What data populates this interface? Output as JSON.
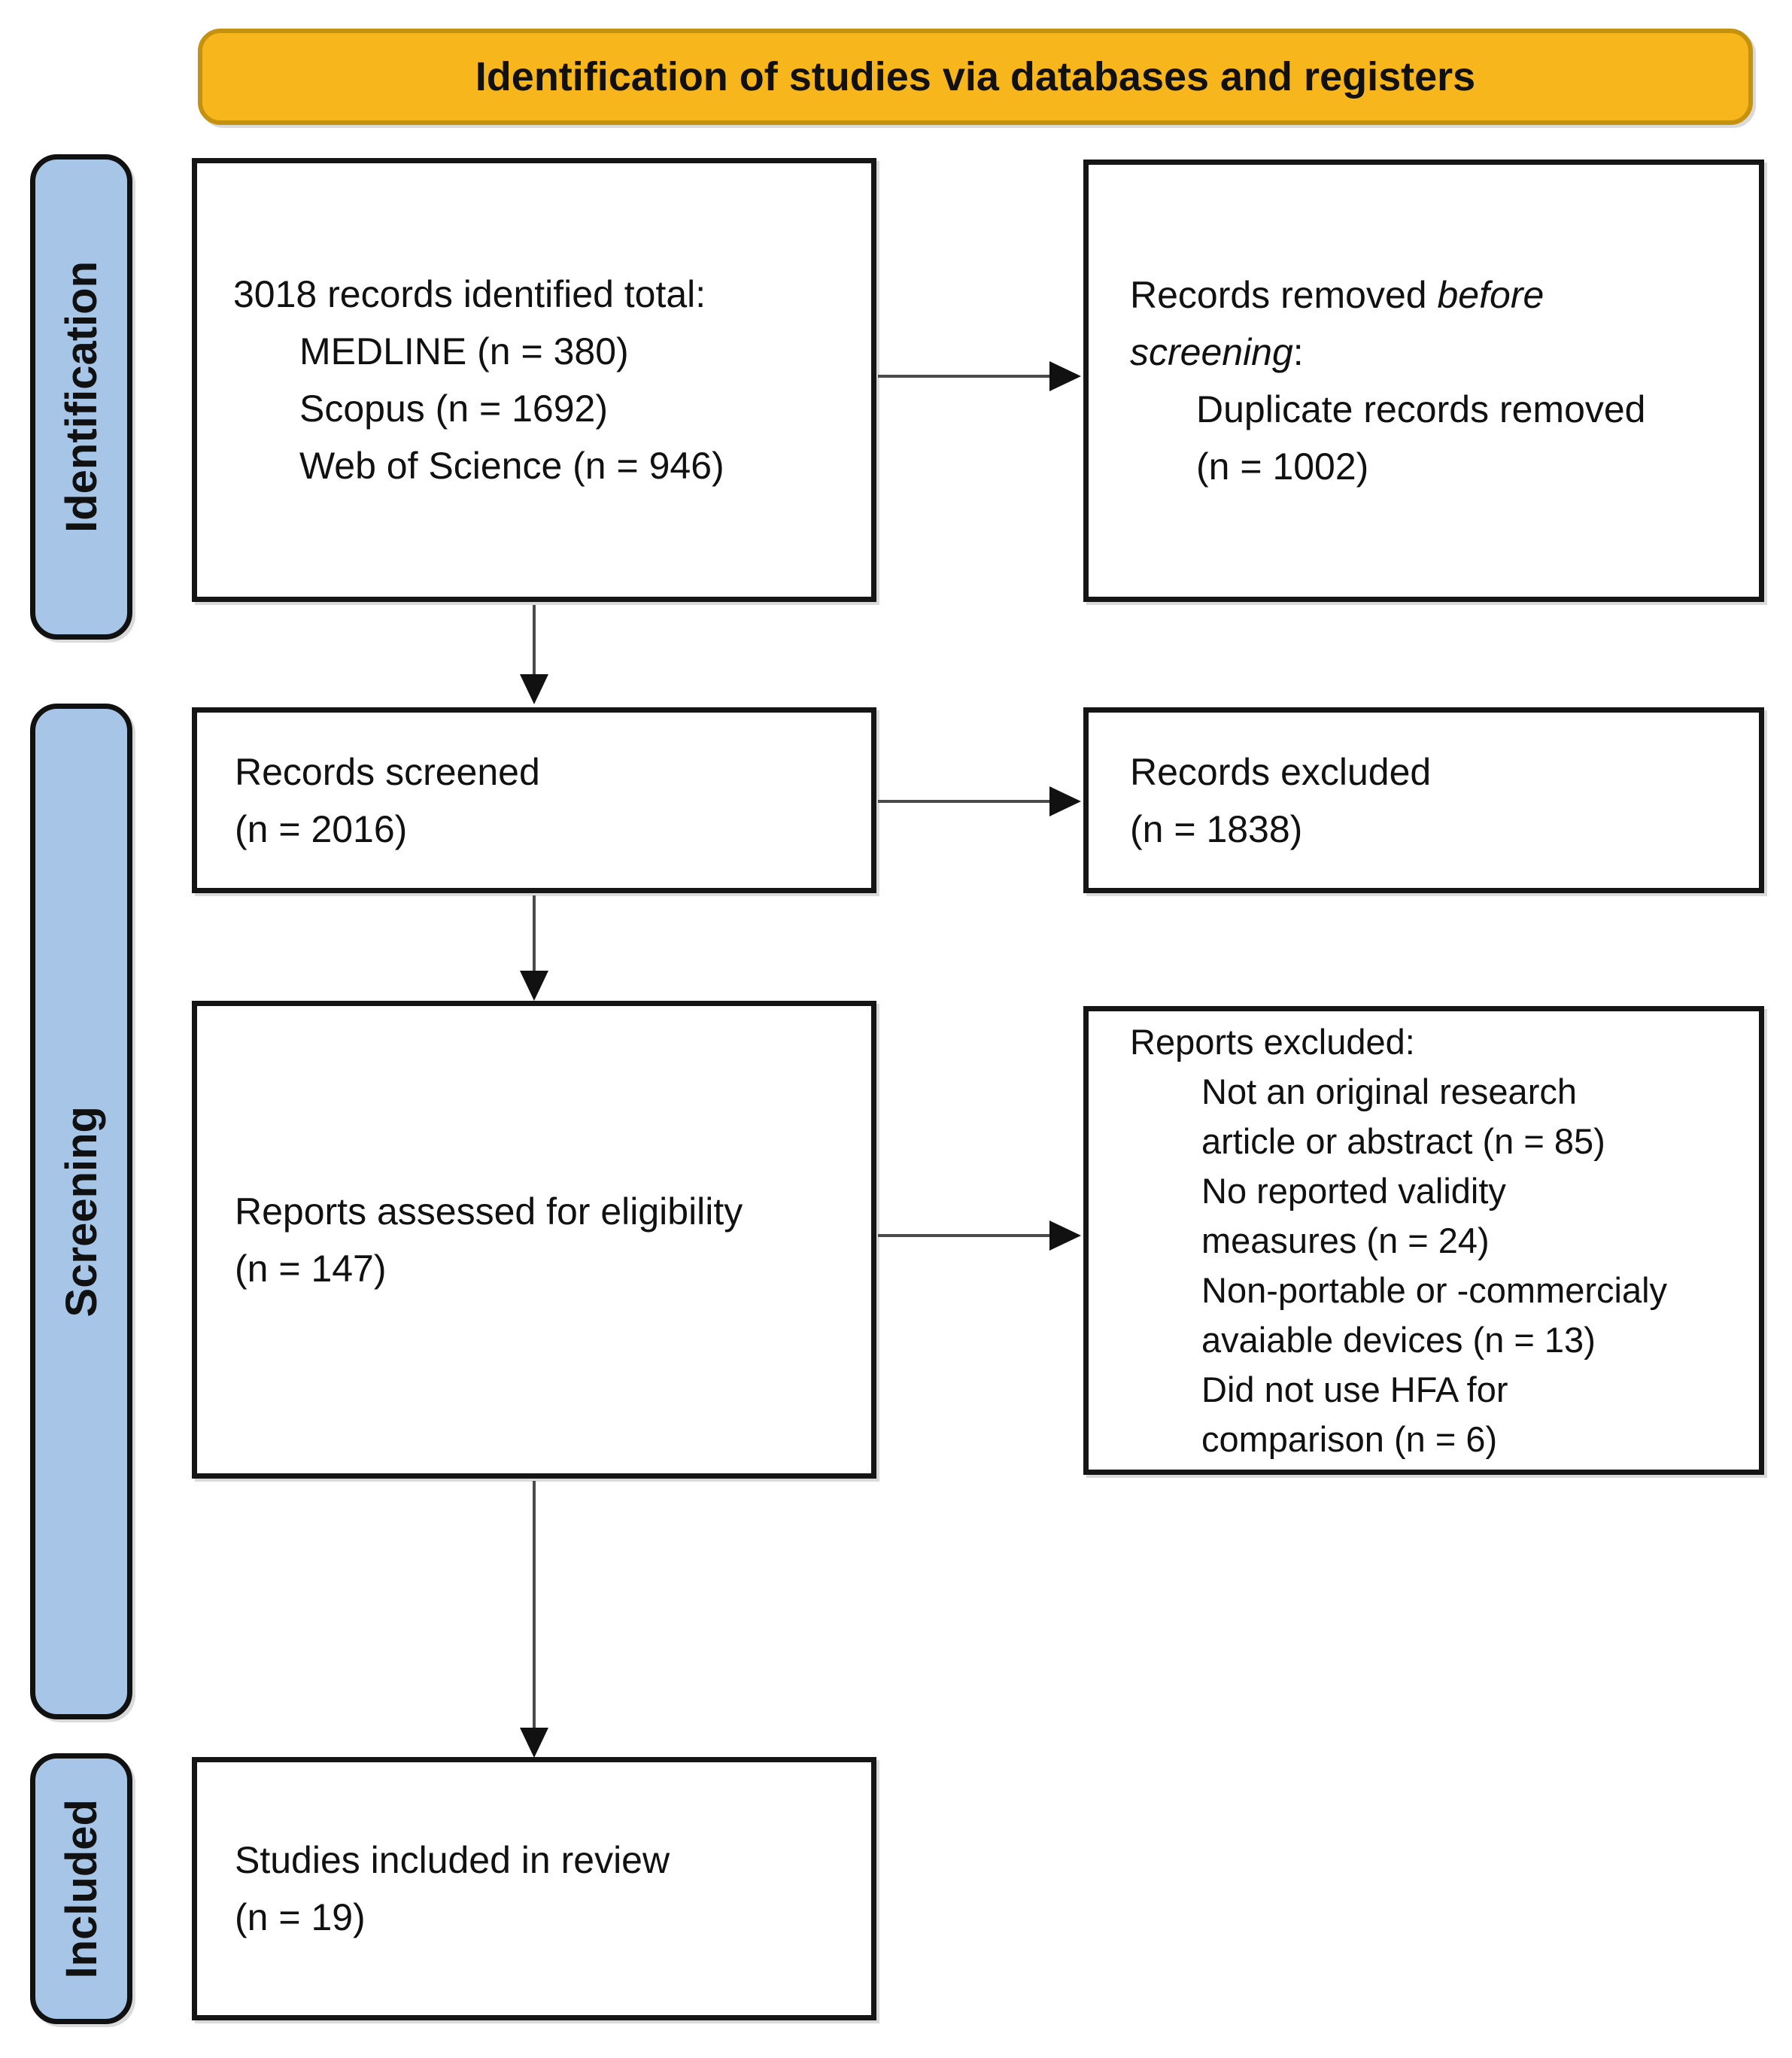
{
  "banner": {
    "title": "Identification of studies via databases and registers",
    "bg_color": "#F7B61B",
    "border_color": "#C4920E"
  },
  "stages": {
    "identification": "Identification",
    "screening": "Screening",
    "included": "Included",
    "bg_color": "#A7C6E7",
    "border_color": "#111111"
  },
  "boxes": {
    "records_identified": {
      "title": "3018 records identified total:",
      "items": [
        "MEDLINE (n = 380)",
        "Scopus (n = 1692)",
        "Web of Science (n = 946)"
      ]
    },
    "records_removed": {
      "line1_regular": "Records removed ",
      "line1_italic": "before",
      "line2_italic": "screening",
      "line2_regular": ":",
      "items": [
        "Duplicate records removed",
        "(n = 1002)"
      ]
    },
    "records_screened": {
      "line1": "Records screened",
      "line2": "(n = 2016)"
    },
    "records_excluded": {
      "line1": "Records excluded",
      "line2": "(n = 1838)"
    },
    "reports_assessed": {
      "line1": "Reports assessed for eligibility",
      "line2": "(n = 147)"
    },
    "reports_excluded": {
      "title": "Reports excluded:",
      "items": [
        "Not an original research",
        "article or abstract (n = 85)",
        "No reported validity",
        "measures (n = 24)",
        "Non-portable or -commercialy",
        "avaiable devices (n = 13)",
        "Did not use HFA for",
        "comparison (n = 6)"
      ]
    },
    "studies_included": {
      "line1": "Studies included in review",
      "line2": "(n = 19)"
    }
  }
}
